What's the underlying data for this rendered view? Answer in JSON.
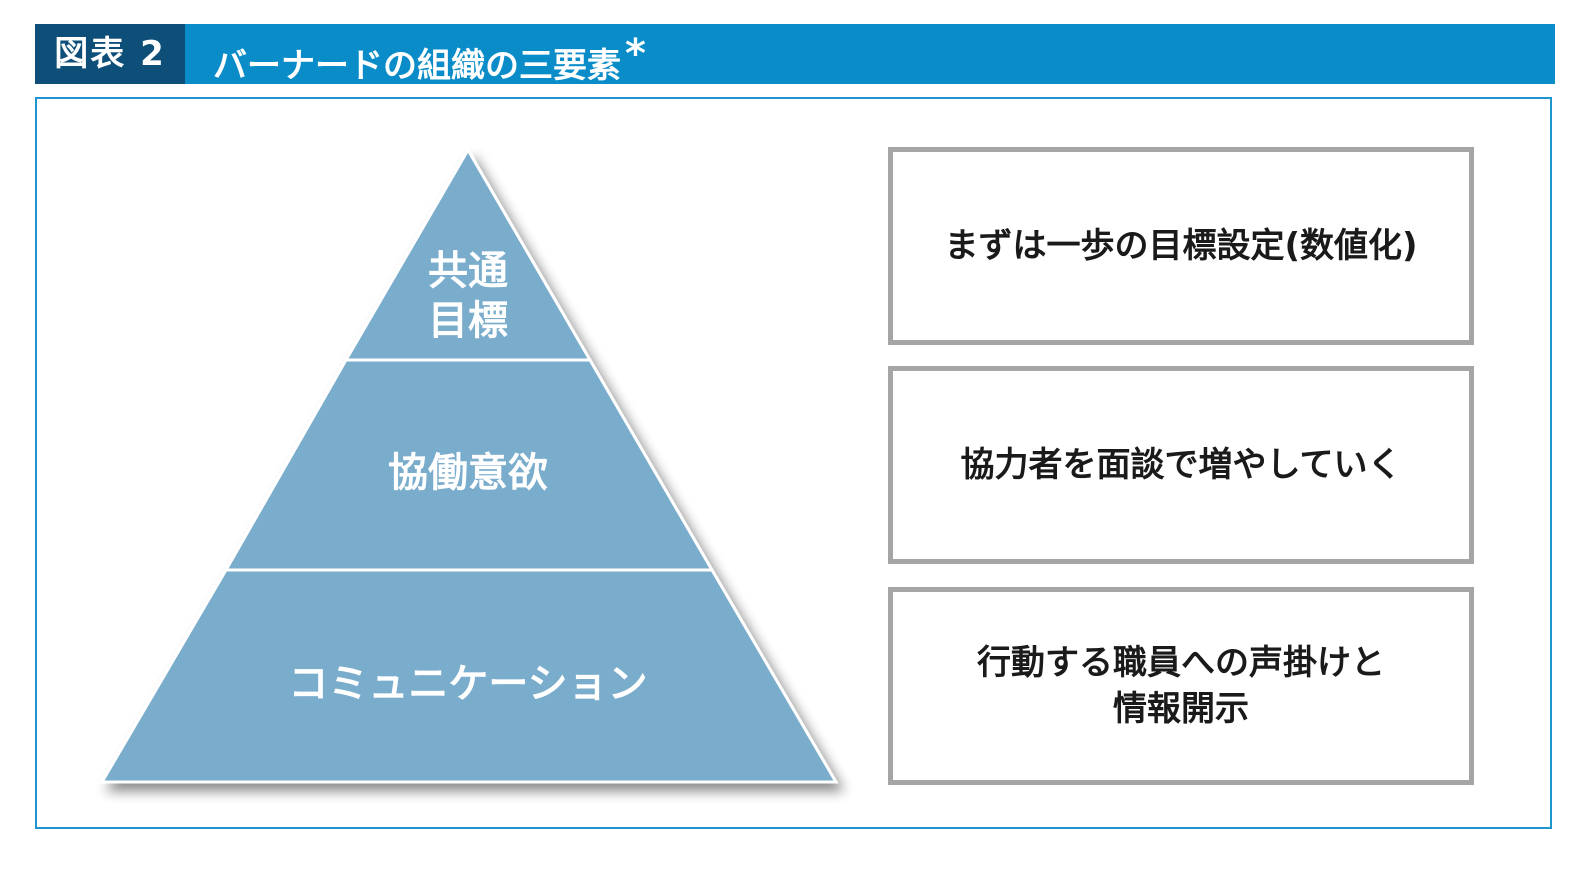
{
  "header": {
    "label": "図表 2",
    "title": "バーナードの組織の三要素",
    "title_mark": "*"
  },
  "pyramid": {
    "tiers": [
      {
        "label_lines": [
          "共通",
          "目標"
        ]
      },
      {
        "label_lines": [
          "協働意欲"
        ]
      },
      {
        "label_lines": [
          "コミュニケーション"
        ]
      }
    ]
  },
  "boxes": [
    {
      "text": "まずは一歩の目標設定(数値化)"
    },
    {
      "text": "協力者を面談で増やしていく"
    },
    {
      "text": "行動する職員への声掛けと\n情報開示"
    }
  ],
  "colors": {
    "header_bg": "#0a8cc8",
    "label_bg": "#0d4f78",
    "pyramid_fill": "#7aaccc",
    "frame_border": "#1e95cf",
    "box_border": "#a5a5a5"
  }
}
